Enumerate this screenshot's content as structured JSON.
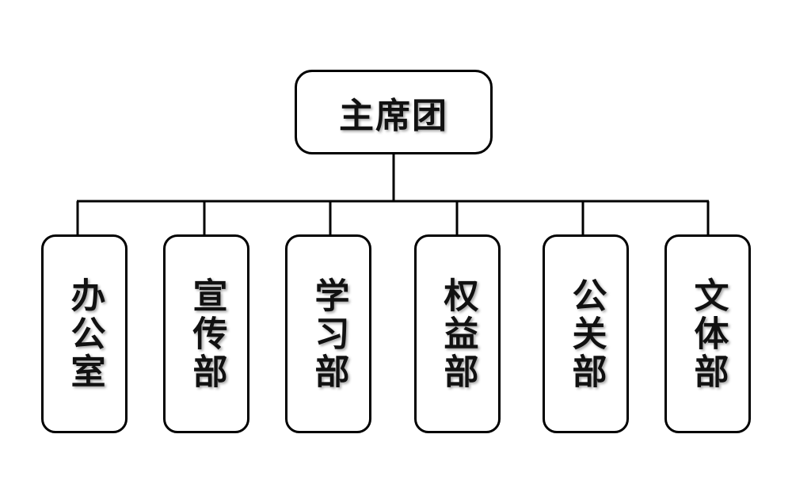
{
  "root": {
    "label": "主席团"
  },
  "departments": [
    {
      "label": "办公室"
    },
    {
      "label": "宣传部"
    },
    {
      "label": "学习部"
    },
    {
      "label": "权益部"
    },
    {
      "label": "公关部"
    },
    {
      "label": "文体部"
    }
  ]
}
